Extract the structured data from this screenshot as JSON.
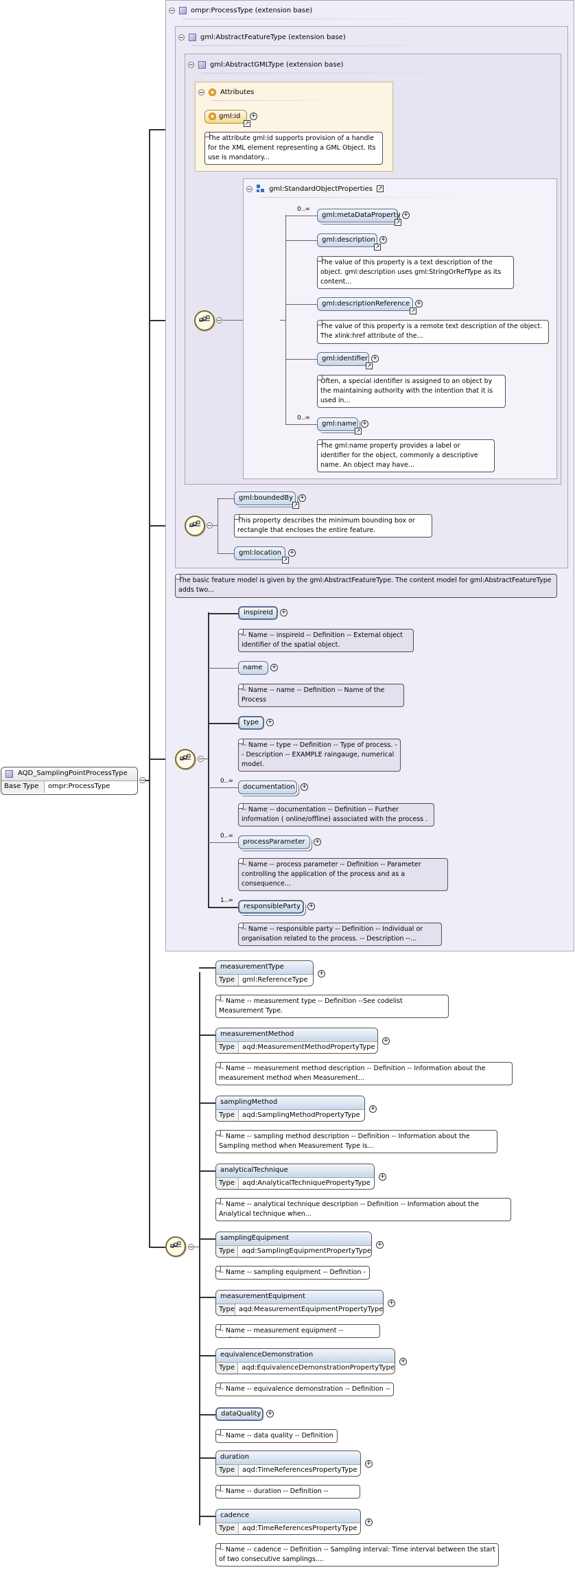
{
  "root": {
    "name": "AQD_SamplingPointProcessType",
    "base_key": "Base Type",
    "base_val": "ompr:ProcessType"
  },
  "groups": {
    "process_type": "ompr:ProcessType (extension base)",
    "abstract_feature": "gml:AbstractFeatureType (extension base)",
    "abstract_gml": "gml:AbstractGMLType (extension base)",
    "attributes": "Attributes",
    "std_props": "gml:StandardObjectProperties"
  },
  "gml_id": {
    "label": "gml:id",
    "doc": "The attribute gml:id supports provision of a handle for the XML element representing a GML Object. Its use is mandatory..."
  },
  "std": [
    {
      "label": "gml:metaDataProperty",
      "occ": "0..∞",
      "doc": ""
    },
    {
      "label": "gml:description",
      "occ": "",
      "doc": "The value of this property is a text description of the object. gml:description uses gml:StringOrRefType as its content..."
    },
    {
      "label": "gml:descriptionReference",
      "occ": "",
      "doc": "The value of this property is a remote text description of the object. The xlink:href attribute of the..."
    },
    {
      "label": "gml:identifier",
      "occ": "",
      "doc": "Often, a special identifier is assigned to an object by the maintaining authority with the intention that it is used in..."
    },
    {
      "label": "gml:name",
      "occ": "0..∞",
      "doc": "The gml:name property provides a label or identifier for the object, commonly a descriptive name. An object may have..."
    }
  ],
  "feature": [
    {
      "label": "gml:boundedBy",
      "doc": "This property describes the minimum bounding box or rectangle that encloses the entire feature."
    },
    {
      "label": "gml:location",
      "doc": ""
    }
  ],
  "feature_doc": "The basic feature model is given by the gml:AbstractFeatureType. The content model for gml:AbstractFeatureType adds two...",
  "process": [
    {
      "label": "inspireId",
      "occ": "",
      "doc": "-- Name -- inspireId -- Definition -- External object identifier of the spatial object."
    },
    {
      "label": "name",
      "occ": "",
      "doc": "-- Name -- name -- Definition -- Name of the Process"
    },
    {
      "label": "type",
      "occ": "",
      "doc": "-- Name -- type -- Definition -- Type of process. -- Description -- EXAMPLE raingauge, numerical model."
    },
    {
      "label": "documentation",
      "occ": "0..∞",
      "doc": "-- Name -- documentation -- Definition -- Further information ( online/offline) associated with the process ."
    },
    {
      "label": "processParameter",
      "occ": "0..∞",
      "doc": "-- Name -- process parameter -- Definition -- Parameter controlling the application of the process and as a consequence..."
    },
    {
      "label": "responsibleParty",
      "occ": "1..∞",
      "doc": "-- Name -- responsible party -- Definition -- Individual or organisation related to the process. -- Description --..."
    }
  ],
  "type_key": "Type",
  "aqd": [
    {
      "label": "measurementType",
      "type": "gml:ReferenceType",
      "doc": "-- Name -- measurement type -- Definition --See codelist Measurement Type."
    },
    {
      "label": "measurementMethod",
      "type": "aqd:MeasurementMethodPropertyType",
      "doc": "-- Name -- measurement method description -- Definition -- Information about the measurement method when Measurement..."
    },
    {
      "label": "samplingMethod",
      "type": "aqd:SamplingMethodPropertyType",
      "doc": "-- Name -- sampling method description -- Definition -- Information about the Sampling method when Measurement Type is..."
    },
    {
      "label": "analyticalTechnique",
      "type": "aqd:AnalyticalTechniquePropertyType",
      "doc": "-- Name -- analytical technique description -- Definition -- Information about the Analytical technique when..."
    },
    {
      "label": "samplingEquipment",
      "type": "aqd:SamplingEquipmentPropertyType",
      "doc": "-- Name -- sampling equipment -- Definition --"
    },
    {
      "label": "measurementEquipment",
      "type": "aqd:MeasurementEquipmentPropertyType",
      "doc": "-- Name -- measurement equipment -- Definition --"
    },
    {
      "label": "equivalenceDemonstration",
      "type": "aqd:EquivalenceDemonstrationPropertyType",
      "doc": "-- Name -- equivalence demonstration -- Definition --"
    },
    {
      "label": "dataQuality",
      "type": "",
      "doc": "-- Name -- data quality -- Definition --"
    },
    {
      "label": "duration",
      "type": "aqd:TimeReferencesPropertyType",
      "doc": "-- Name -- duration -- Definition --"
    },
    {
      "label": "cadence",
      "type": "aqd:TimeReferencesPropertyType",
      "doc": "-- Name -- cadence -- Definition -- Sampling interval: Time interval between the start of two consecutive samplings...."
    }
  ],
  "icons": [
    "expander-icon",
    "feature-type-icon",
    "attribute-icon",
    "group-icon",
    "sequence-compositor-icon",
    "link-icon",
    "expand-plus-icon"
  ]
}
